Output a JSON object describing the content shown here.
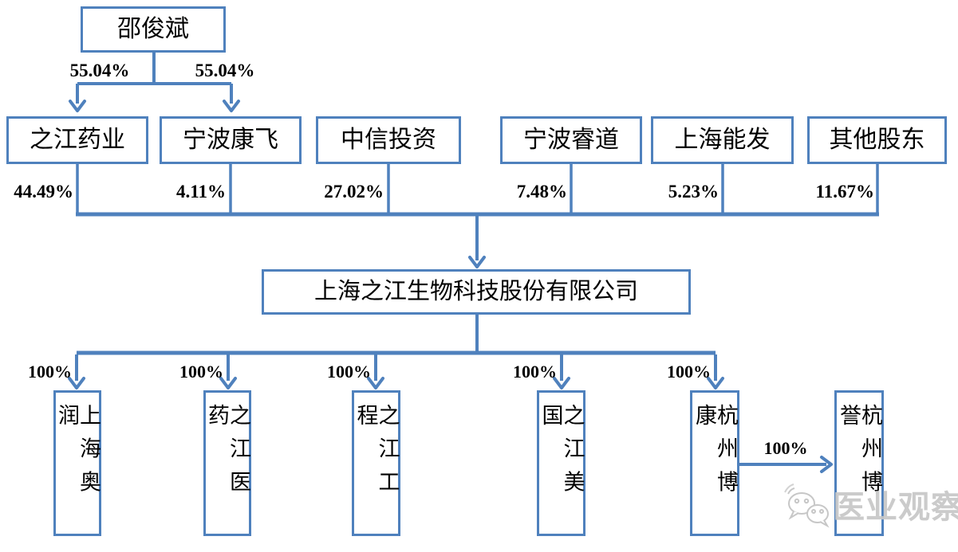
{
  "diagram": {
    "top_shareholder": {
      "name": "邵俊斌"
    },
    "top_links": [
      {
        "pct": "55.04%"
      },
      {
        "pct": "55.04%"
      }
    ],
    "shareholders": [
      {
        "name": "之江药业",
        "pct": "44.49%"
      },
      {
        "name": "宁波康飞",
        "pct": "4.11%"
      },
      {
        "name": "中信投资",
        "pct": "27.02%"
      },
      {
        "name": "宁波睿道",
        "pct": "7.48%"
      },
      {
        "name": "上海能发",
        "pct": "5.23%"
      },
      {
        "name": "其他股东",
        "pct": "11.67%"
      }
    ],
    "company": {
      "name": "上海之江生物科技股份有限公司"
    },
    "subsidiary_links": [
      {
        "pct": "100%"
      },
      {
        "pct": "100%"
      },
      {
        "pct": "100%"
      },
      {
        "pct": "100%"
      },
      {
        "pct": "100%"
      }
    ],
    "subsidiaries": [
      {
        "name": "上海奥润"
      },
      {
        "name": "之江医药"
      },
      {
        "name": "之江工程"
      },
      {
        "name": "之江美国"
      },
      {
        "name": "杭州博康"
      }
    ],
    "sub_link": {
      "pct": "100%"
    },
    "sub_subsidiary": {
      "name": "杭州博誉"
    },
    "colors": {
      "line": "#4f81bd",
      "text": "#000000",
      "watermark": "#c7c7c7"
    }
  },
  "watermark": {
    "text": "医业观察"
  }
}
